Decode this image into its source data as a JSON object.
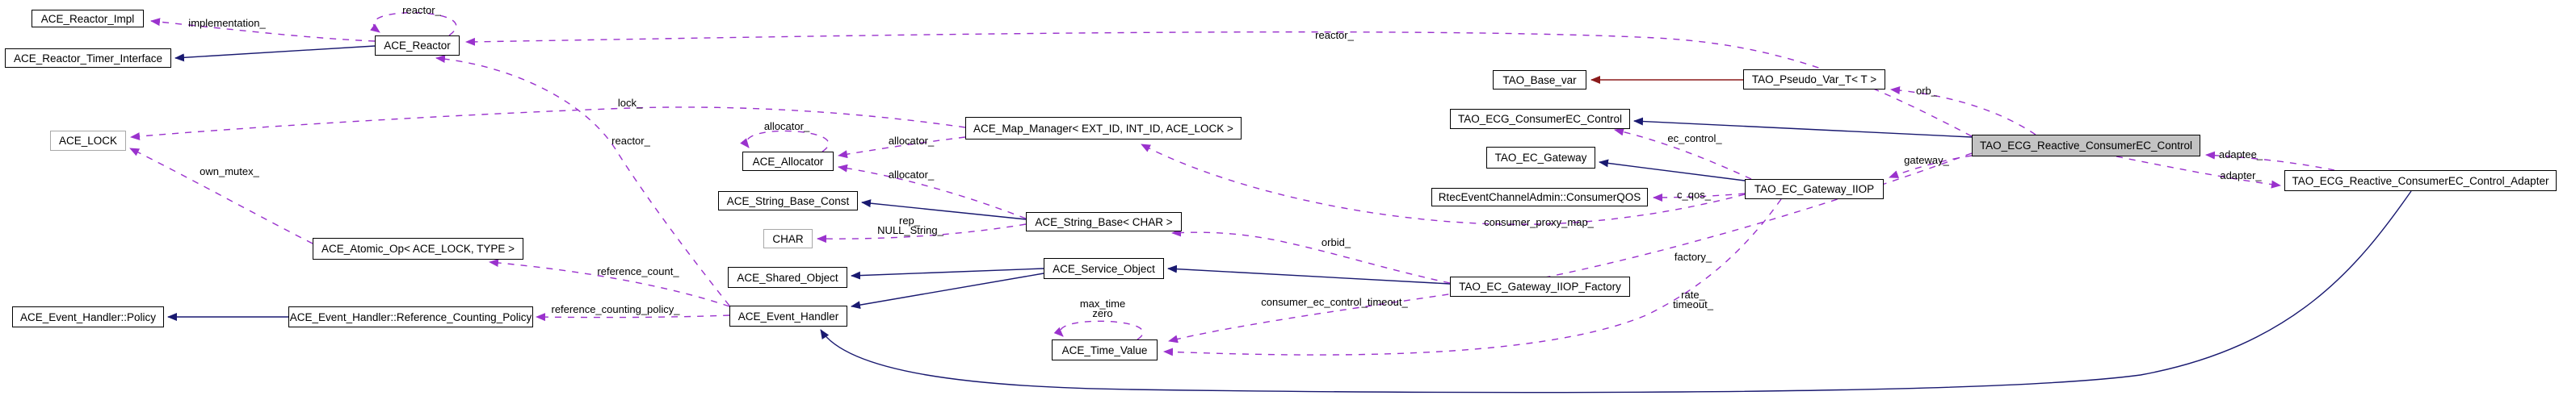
{
  "diagram": {
    "type": "doxygen-collaboration-graph",
    "background": "#ffffff",
    "colors": {
      "member_edge": "#9a32cd",
      "inheritance_edge": "#191970",
      "private_inheritance_edge": "#8b1a1a",
      "node_border": "#000000",
      "template_node_border": "#a8a8a8",
      "highlight_node_fill": "#c3c3c3",
      "text": "#000000"
    }
  },
  "nodes": [
    {
      "id": "ace-reactor-impl",
      "label": "ACE_Reactor_Impl"
    },
    {
      "id": "ace-reactor-timer-interface",
      "label": "ACE_Reactor_Timer_Interface"
    },
    {
      "id": "ace-reactor",
      "label": "ACE_Reactor"
    },
    {
      "id": "ace-lock",
      "label": "ACE_LOCK"
    },
    {
      "id": "ace-atomic-op",
      "label": "ACE_Atomic_Op< ACE_LOCK, TYPE >"
    },
    {
      "id": "ace-event-handler-policy",
      "label": "ACE_Event_Handler::Policy"
    },
    {
      "id": "ace-event-handler-reference-counting-policy",
      "label": "ACE_Event_Handler::Reference_Counting_Policy"
    },
    {
      "id": "ace-map-manager",
      "label": "ACE_Map_Manager< EXT_ID, INT_ID, ACE_LOCK >"
    },
    {
      "id": "ace-allocator",
      "label": "ACE_Allocator"
    },
    {
      "id": "ace-string-base-const",
      "label": "ACE_String_Base_Const"
    },
    {
      "id": "ace-string-base-char",
      "label": "ACE_String_Base< CHAR >"
    },
    {
      "id": "char",
      "label": "CHAR"
    },
    {
      "id": "ace-shared-object",
      "label": "ACE_Shared_Object"
    },
    {
      "id": "ace-service-object",
      "label": "ACE_Service_Object"
    },
    {
      "id": "ace-event-handler",
      "label": "ACE_Event_Handler"
    },
    {
      "id": "ace-time-value",
      "label": "ACE_Time_Value"
    },
    {
      "id": "tao-base-var",
      "label": "TAO_Base_var"
    },
    {
      "id": "tao-pseudo-var-t",
      "label": "TAO_Pseudo_Var_T< T >"
    },
    {
      "id": "tao-ecg-consumerec-control",
      "label": "TAO_ECG_ConsumerEC_Control"
    },
    {
      "id": "tao-ec-gateway",
      "label": "TAO_EC_Gateway"
    },
    {
      "id": "rtec-consumerqos",
      "label": "RtecEventChannelAdmin::ConsumerQOS"
    },
    {
      "id": "tao-ec-gateway-iiop",
      "label": "TAO_EC_Gateway_IIOP"
    },
    {
      "id": "tao-ec-gateway-iiop-factory",
      "label": "TAO_EC_Gateway_IIOP_Factory"
    },
    {
      "id": "tao-ecg-reactive-consumerec-control",
      "label": "TAO_ECG_Reactive_ConsumerEC_Control"
    },
    {
      "id": "tao-ecg-reactive-consumerec-control-adapter",
      "label": "TAO_ECG_Reactive_ConsumerEC_Control_Adapter"
    }
  ],
  "labels": [
    {
      "text": "reactor_"
    },
    {
      "text": "implementation_"
    },
    {
      "text": "lock_"
    },
    {
      "text": "reactor_"
    },
    {
      "text": "own_mutex_"
    },
    {
      "text": "reference_count_"
    },
    {
      "text": "reference_counting_policy_"
    },
    {
      "text": "allocator_"
    },
    {
      "text": "allocator_"
    },
    {
      "text": "allocator_"
    },
    {
      "text": "rep_"
    },
    {
      "text": "NULL_String_"
    },
    {
      "text": "max_time"
    },
    {
      "text": "zero"
    },
    {
      "text": "consumer_ec_control_timeout_"
    },
    {
      "text": "orbid_"
    },
    {
      "text": "consumer_proxy_map_"
    },
    {
      "text": "c_qos_"
    },
    {
      "text": "factory_"
    },
    {
      "text": "rate_"
    },
    {
      "text": "timeout_"
    },
    {
      "text": "ec_control_"
    },
    {
      "text": "orb_"
    },
    {
      "text": "gateway_"
    },
    {
      "text": "adaptee_"
    },
    {
      "text": "adapter_"
    },
    {
      "text": "reactor_"
    }
  ]
}
